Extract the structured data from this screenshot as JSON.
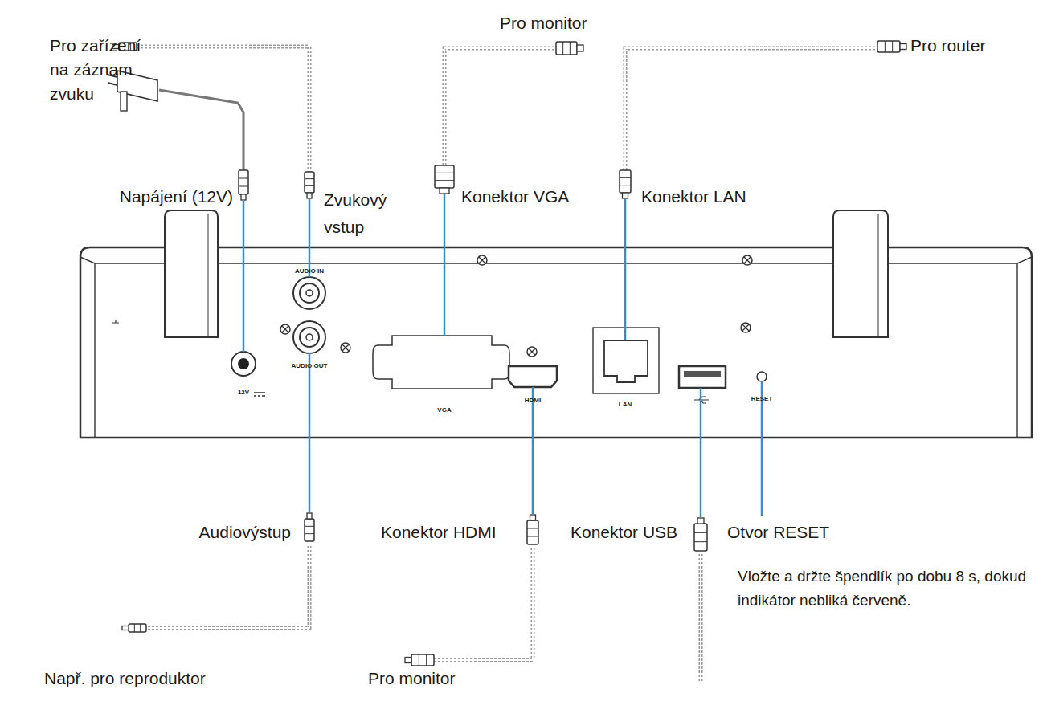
{
  "diagram": {
    "labels": [
      "Pro zařízení na záznam zvuku",
      "Pro monitor",
      "Pro router",
      "Napájení (12V)",
      "Zvukový vstup",
      "Konektor VGA",
      "Konektor LAN",
      "AUDIO IN",
      "12V",
      "AUDIO OUT",
      "VGA",
      "HDMI",
      "LAN",
      "RESET",
      "Audiovýstup",
      "Konektor HDMI",
      "Konektor USB",
      "Otvor RESET",
      "Vložte a držte špendlík po dobu 8 s, dokud indikátor nebliká červeně.",
      "Např. pro reproduktor",
      "Pro monitor"
    ]
  }
}
